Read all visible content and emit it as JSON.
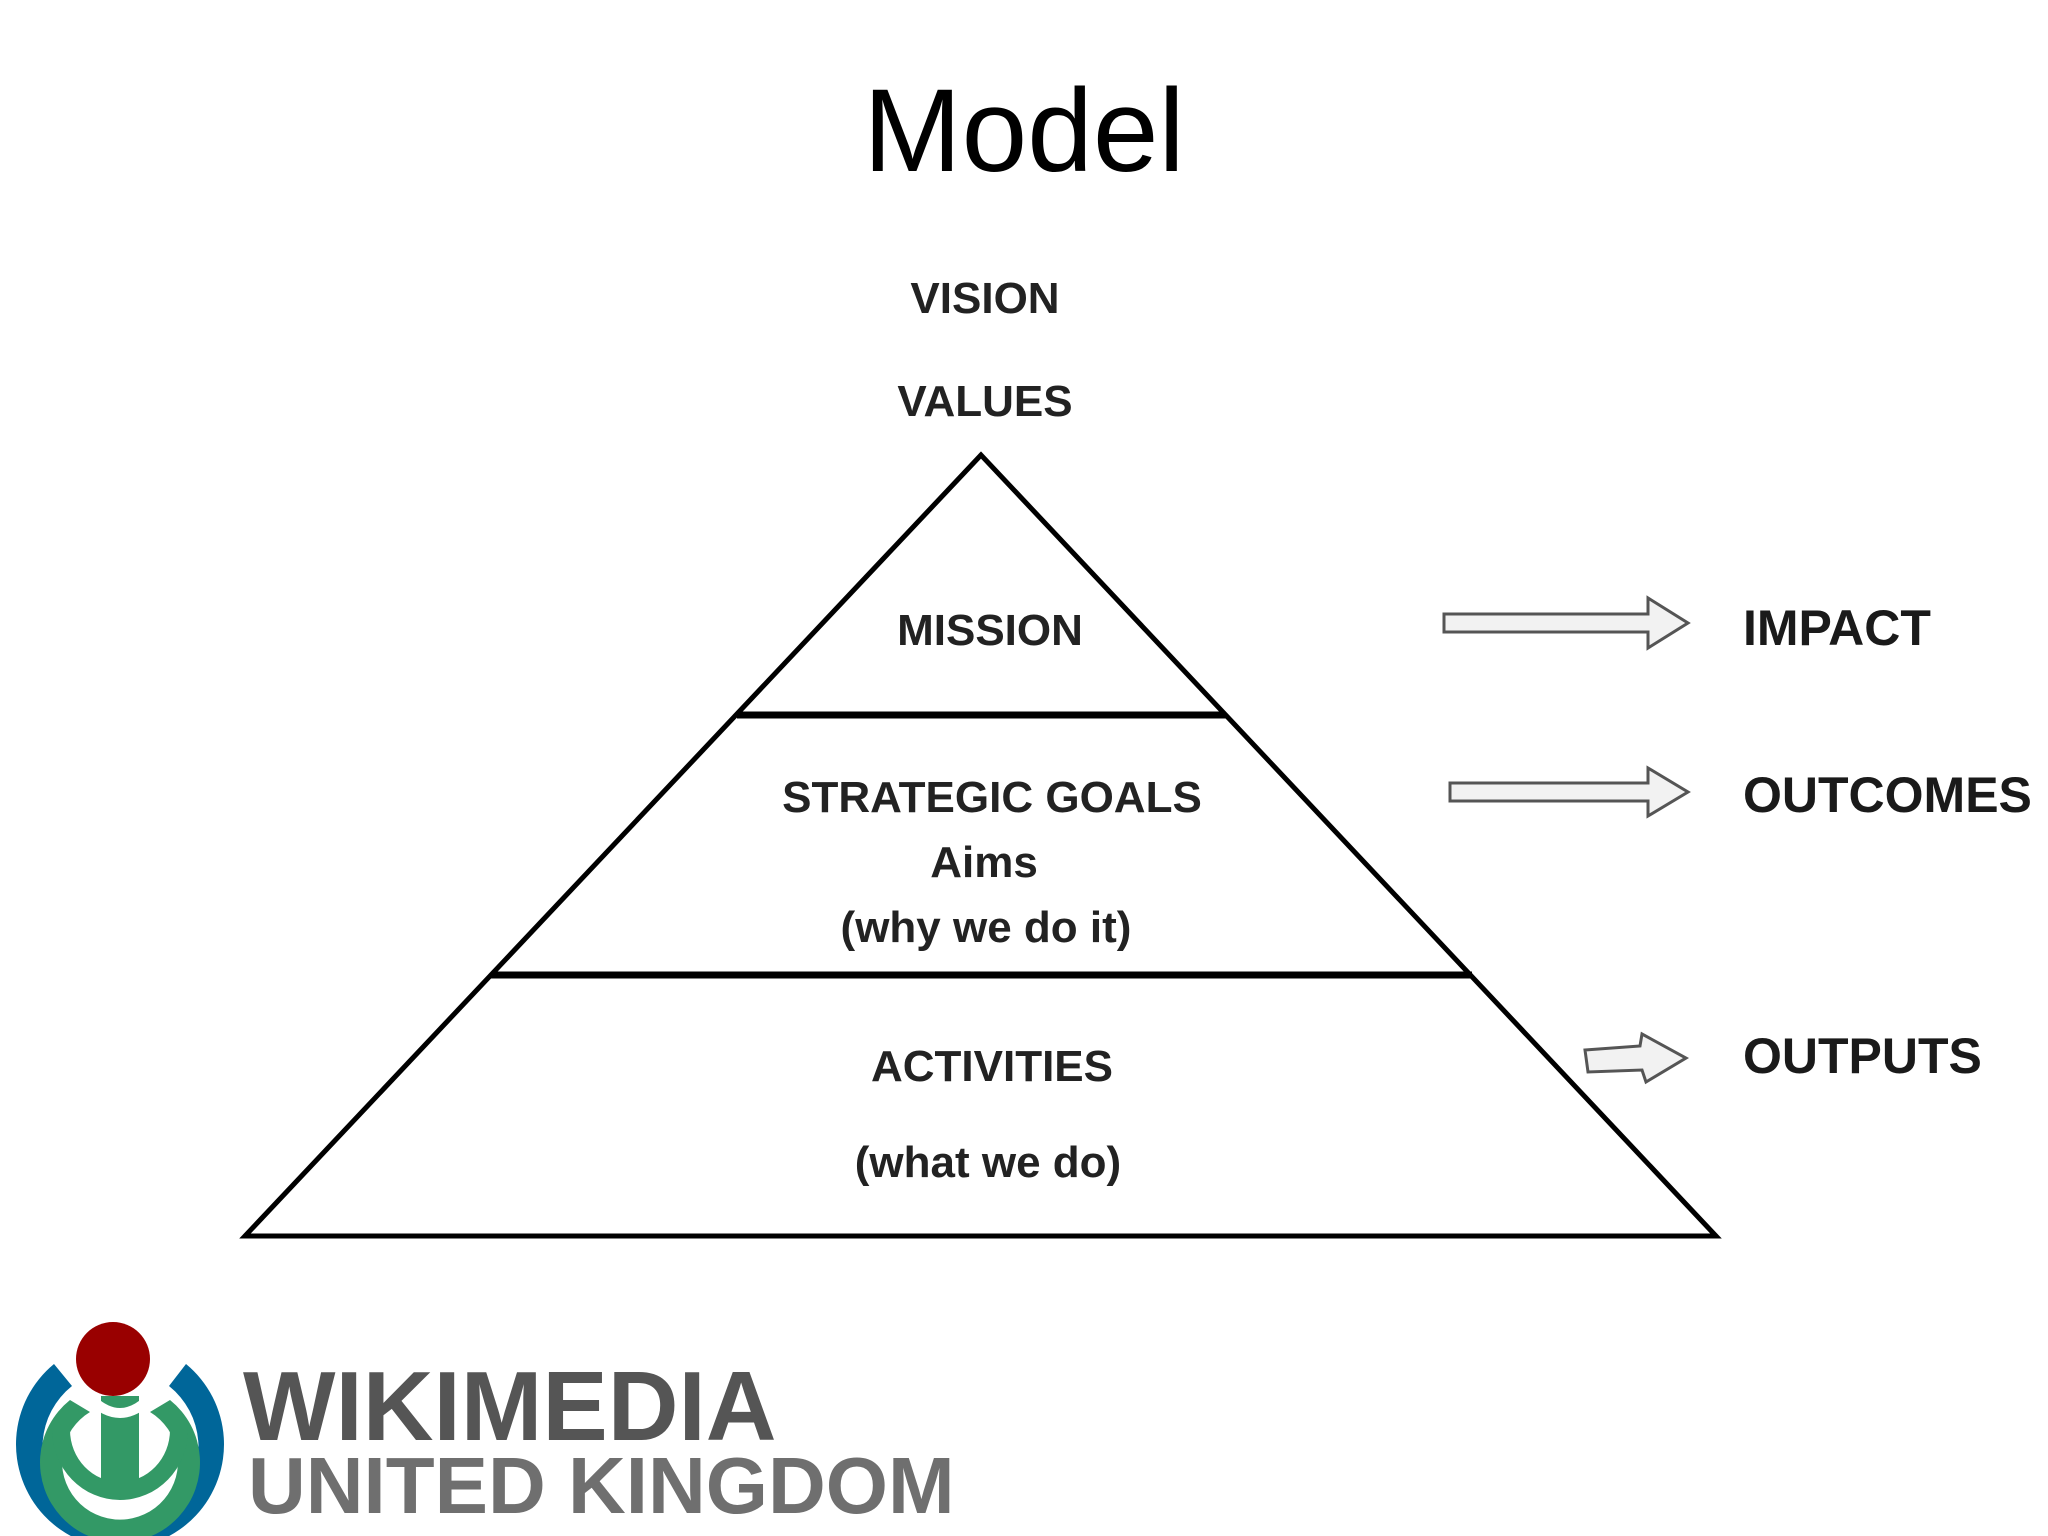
{
  "slide": {
    "title": "Model"
  },
  "pyramid": {
    "apex_labels": [
      "VISION",
      "VALUES"
    ],
    "tiers": [
      {
        "lines": [
          "MISSION"
        ]
      },
      {
        "lines": [
          "STRATEGIC GOALS",
          "Aims",
          "(why we do it)"
        ]
      },
      {
        "lines": [
          "ACTIVITIES",
          "(what we do)"
        ]
      }
    ]
  },
  "results": [
    {
      "label": "IMPACT",
      "arrow": "arrow-icon"
    },
    {
      "label": "OUTCOMES",
      "arrow": "arrow-icon"
    },
    {
      "label": "OUTPUTS",
      "arrow": "arrow-icon"
    }
  ],
  "logo": {
    "line1": "WIKIMEDIA",
    "line2": "UNITED KINGDOM",
    "colors": {
      "red": "#990000",
      "green": "#339966",
      "blue": "#006699",
      "text_dark": "#555555",
      "text_light": "#6f6f6f"
    }
  }
}
